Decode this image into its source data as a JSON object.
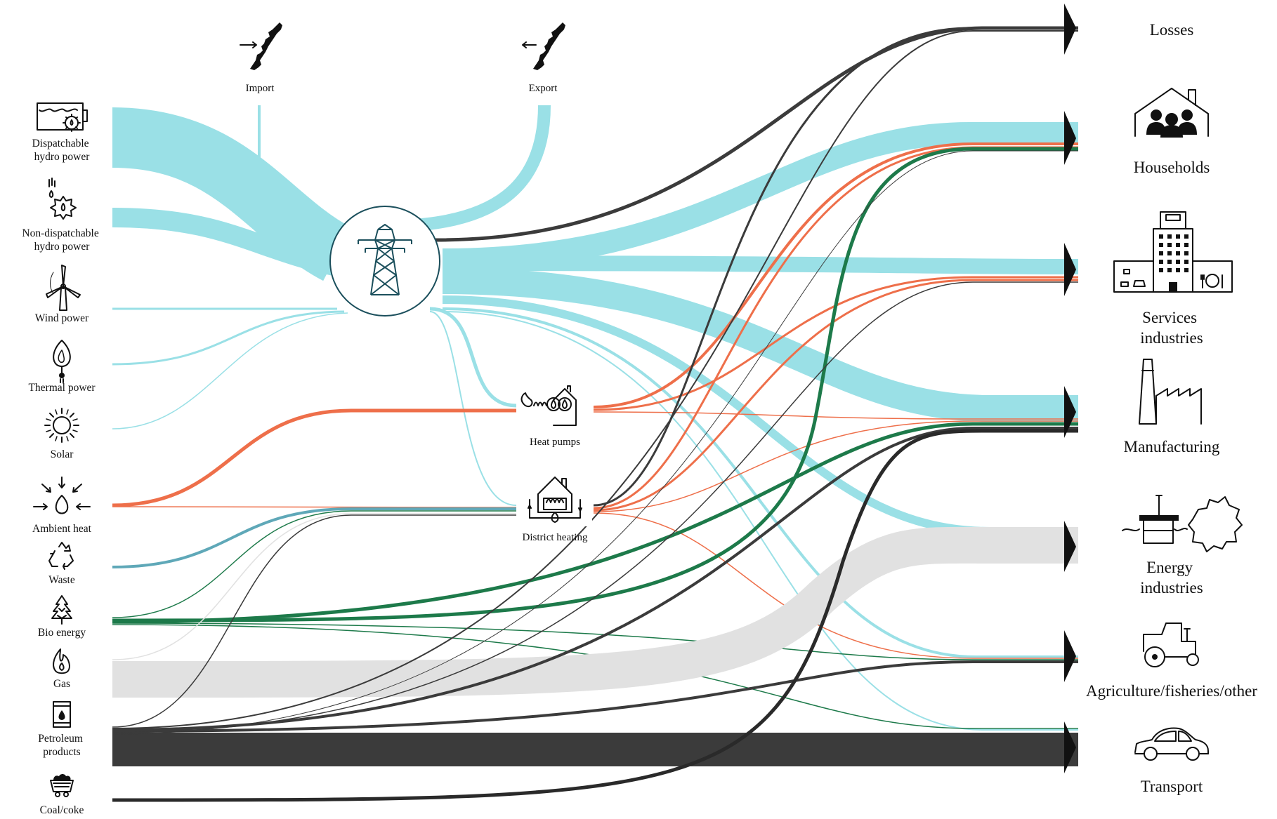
{
  "colors": {
    "electricity": "#9ae0e6",
    "heat": "#ee6f4a",
    "bio": "#1d7a4a",
    "gas": "#e1e1e1",
    "oil": "#3b3b3b",
    "coal": "#2a2a2a",
    "waste": "#5fa8b8",
    "hub_stroke": "#1b4f5c"
  },
  "sources": [
    {
      "id": "hydro_disp",
      "label_lines": [
        "Dispatchable",
        "hydro power"
      ],
      "icon": "hydro-dam-icon"
    },
    {
      "id": "hydro_nondisp",
      "label_lines": [
        "Non-dispatchable",
        "hydro power"
      ],
      "icon": "water-turbine-icon"
    },
    {
      "id": "wind",
      "label_lines": [
        "Wind power"
      ],
      "icon": "wind-turbine-icon"
    },
    {
      "id": "thermal",
      "label_lines": [
        "Thermal power"
      ],
      "icon": "thermal-flame-icon"
    },
    {
      "id": "solar",
      "label_lines": [
        "Solar"
      ],
      "icon": "sun-icon"
    },
    {
      "id": "ambient",
      "label_lines": [
        "Ambient heat"
      ],
      "icon": "ambient-heat-icon"
    },
    {
      "id": "waste",
      "label_lines": [
        "Waste"
      ],
      "icon": "recycle-icon"
    },
    {
      "id": "bio",
      "label_lines": [
        "Bio energy"
      ],
      "icon": "tree-icon"
    },
    {
      "id": "gas",
      "label_lines": [
        "Gas"
      ],
      "icon": "gas-flame-icon"
    },
    {
      "id": "petroleum",
      "label_lines": [
        "Petroleum",
        "products"
      ],
      "icon": "oil-barrel-icon"
    },
    {
      "id": "coal",
      "label_lines": [
        "Coal/coke"
      ],
      "icon": "coal-cart-icon"
    }
  ],
  "trade": [
    {
      "id": "import",
      "label": "Import",
      "icon": "norway-map-import-icon"
    },
    {
      "id": "export",
      "label": "Export",
      "icon": "norway-map-export-icon"
    }
  ],
  "hub": {
    "icon": "power-pylon-icon"
  },
  "converters": [
    {
      "id": "heat_pumps",
      "label": "Heat pumps",
      "icon": "heat-pump-icon"
    },
    {
      "id": "district_heating",
      "label": "District heating",
      "icon": "district-heating-icon"
    }
  ],
  "sinks": [
    {
      "id": "losses",
      "label_lines": [
        "Losses"
      ],
      "icon": ""
    },
    {
      "id": "households",
      "label_lines": [
        "Households"
      ],
      "icon": "household-icon"
    },
    {
      "id": "services",
      "label_lines": [
        "Services",
        "industries"
      ],
      "icon": "office-building-icon"
    },
    {
      "id": "manufacturing",
      "label_lines": [
        "Manufacturing"
      ],
      "icon": "factory-icon"
    },
    {
      "id": "energy_ind",
      "label_lines": [
        "Energy",
        "industries"
      ],
      "icon": "oil-platform-icon"
    },
    {
      "id": "agriculture",
      "label_lines": [
        "Agriculture/fisheries/other"
      ],
      "icon": "tractor-icon"
    },
    {
      "id": "transport",
      "label_lines": [
        "Transport"
      ],
      "icon": "car-icon"
    }
  ]
}
